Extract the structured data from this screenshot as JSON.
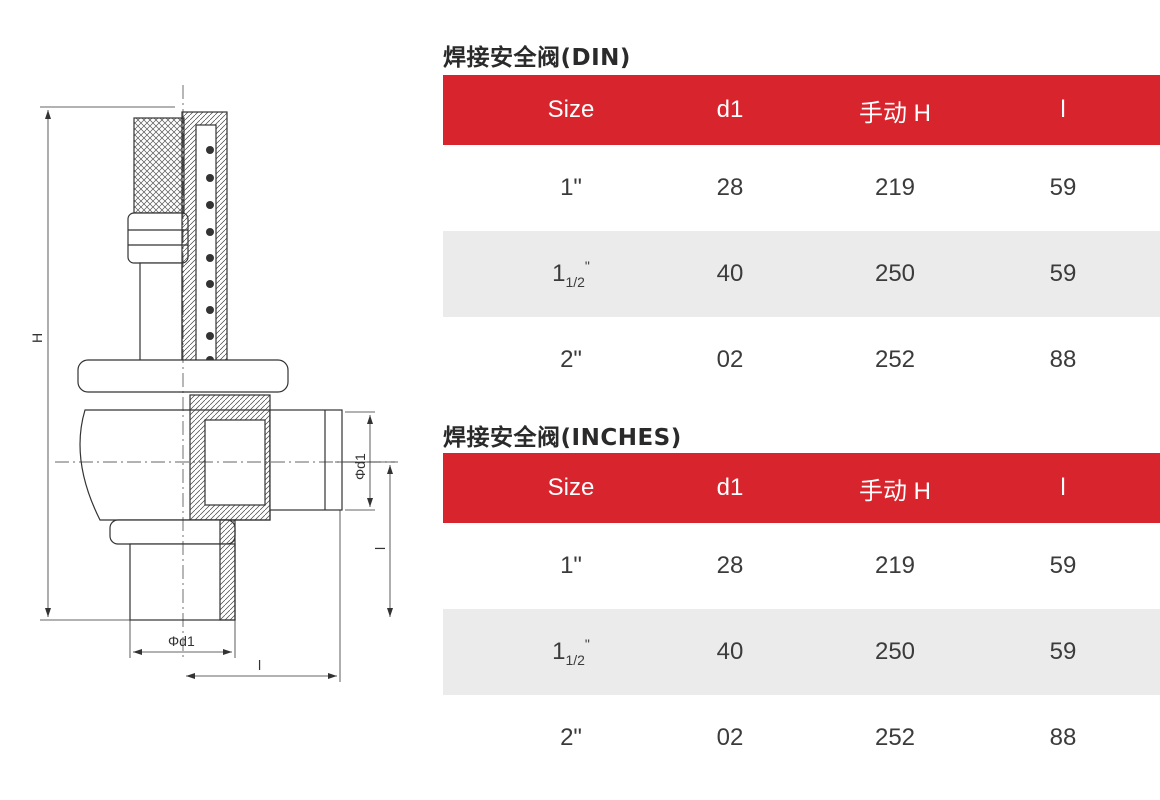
{
  "drawing": {
    "label_H": "H",
    "label_d1_side": "Φd1",
    "label_d1_bottom": "Φd1",
    "label_l_side": "l",
    "label_l_bottom": "l"
  },
  "tables": [
    {
      "title": "焊接安全阀(DIN)",
      "headers": [
        "Size",
        "d1",
        "手动 H",
        "l"
      ],
      "rows": [
        {
          "size_main": "1\"",
          "size_sub": "",
          "size_sup": "",
          "d1": "28",
          "H": "219",
          "l": "59"
        },
        {
          "size_main": "1",
          "size_sub": "1/2",
          "size_sup": "\"",
          "d1": "40",
          "H": "250",
          "l": "59"
        },
        {
          "size_main": "2\"",
          "size_sub": "",
          "size_sup": "",
          "d1": "02",
          "H": "252",
          "l": "88"
        }
      ]
    },
    {
      "title": "焊接安全阀(INCHES)",
      "headers": [
        "Size",
        "d1",
        "手动 H",
        "l"
      ],
      "rows": [
        {
          "size_main": "1\"",
          "size_sub": "",
          "size_sup": "",
          "d1": "28",
          "H": "219",
          "l": "59"
        },
        {
          "size_main": "1",
          "size_sub": "1/2",
          "size_sup": "\"",
          "d1": "40",
          "H": "250",
          "l": "59"
        },
        {
          "size_main": "2\"",
          "size_sub": "",
          "size_sup": "",
          "d1": "02",
          "H": "252",
          "l": "88"
        }
      ]
    }
  ],
  "colors": {
    "header_bg": "#d8242d",
    "alt_row_bg": "#ebebeb"
  }
}
